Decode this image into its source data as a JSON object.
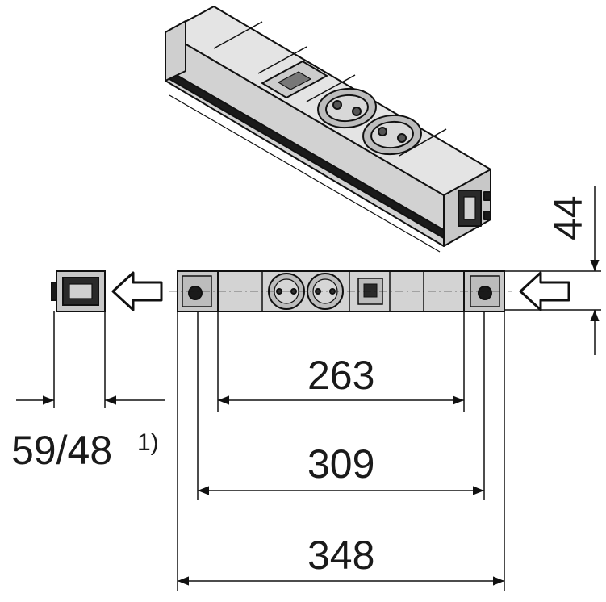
{
  "dimensions": {
    "height": "44",
    "inner_length": "263",
    "mid_length": "309",
    "overall_length": "348",
    "depth": "59/48",
    "depth_footnote": "1)"
  },
  "colors": {
    "body_fill": "#d4d4d4",
    "top_fill": "#e6e6e6",
    "dark_strip": "#1a1a1a",
    "line": "#111111",
    "socket_fill": "#b8b8b8"
  }
}
